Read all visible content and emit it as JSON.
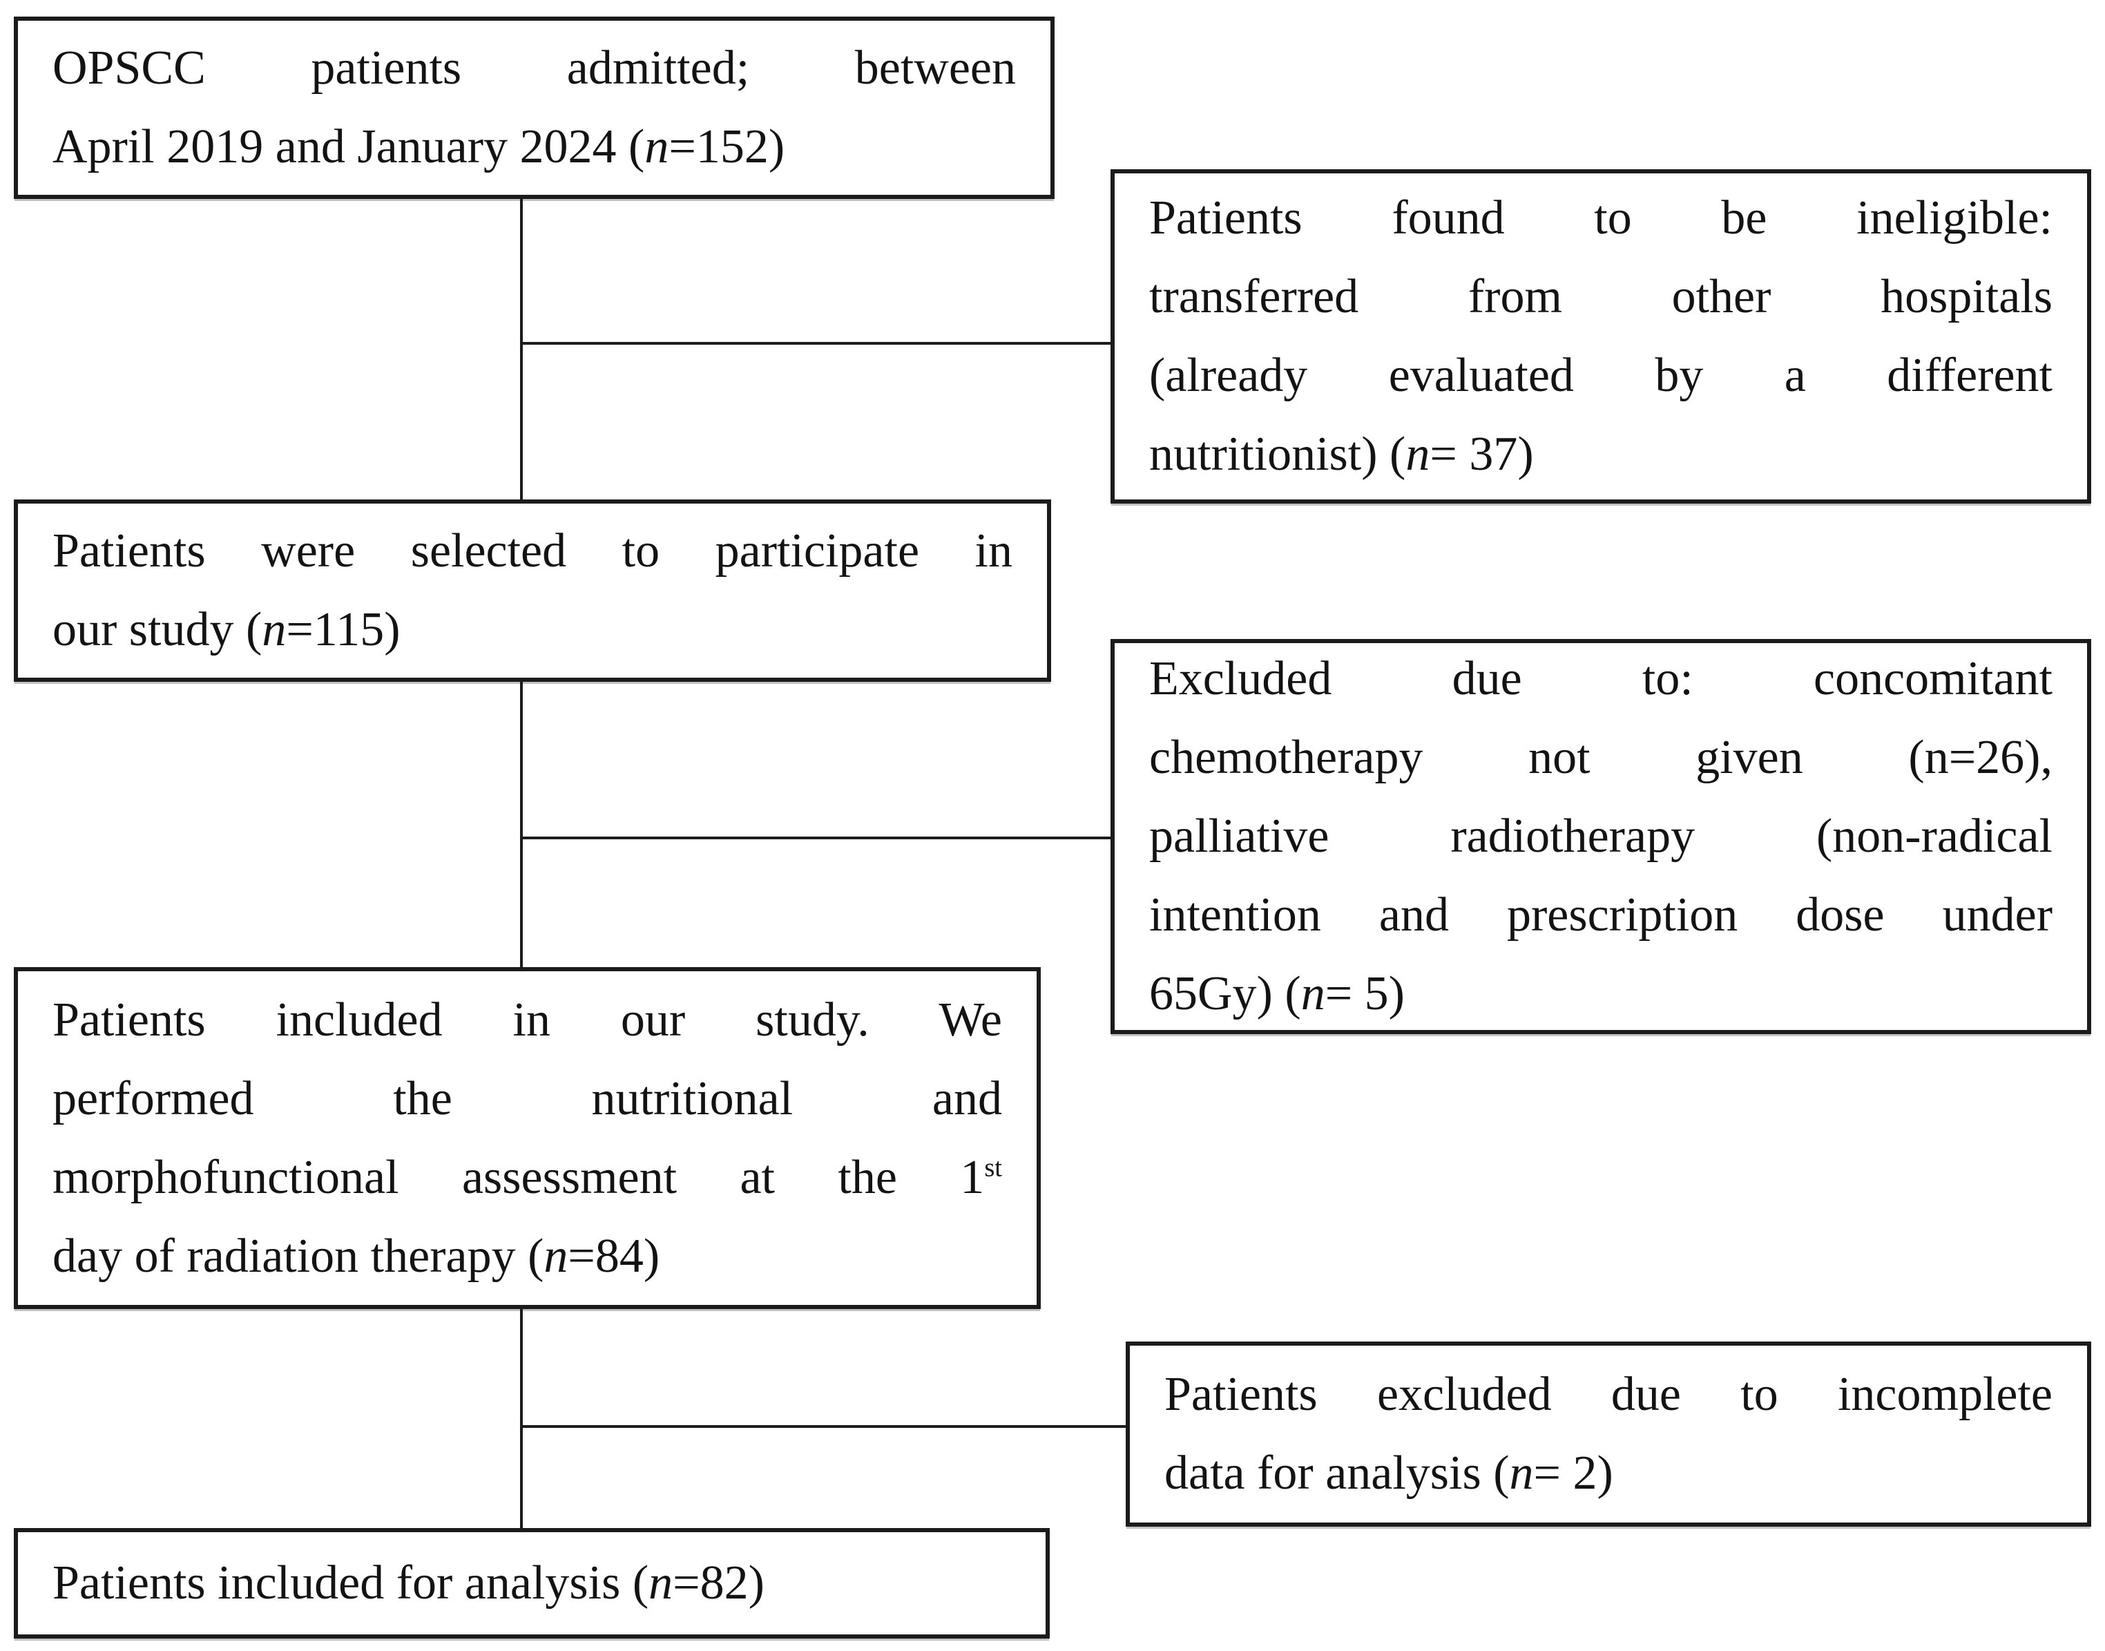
{
  "figure": {
    "type": "patient-flow-diagram",
    "colors": {
      "line": "#1c1c1c",
      "text": "#131313",
      "background": "#ffffff"
    },
    "boxes": [
      {
        "id": "admitted",
        "text": "OPSCC patients admitted; between April 2019 and January 2024 (n=152)",
        "n": 152,
        "lines": [
          {
            "fill": true,
            "seg": [
              {
                "t": "OPSCC patients admitted; between"
              }
            ]
          },
          {
            "fill": false,
            "seg": [
              {
                "t": "April 2019 and January 2024 ("
              },
              {
                "t": "n",
                "style": "italic"
              },
              {
                "t": "=152)"
              }
            ]
          }
        ]
      },
      {
        "id": "ineligible",
        "text": "Patients found to be ineligible: transferred from other hospitals (already evaluated by a different nutritionist) (n= 37)",
        "n": 37,
        "lines": [
          {
            "fill": true,
            "seg": [
              {
                "t": "Patients found to be ineligible:"
              }
            ]
          },
          {
            "fill": true,
            "seg": [
              {
                "t": "transferred from other hospitals"
              }
            ]
          },
          {
            "fill": true,
            "seg": [
              {
                "t": "(already evaluated by a different"
              }
            ]
          },
          {
            "fill": false,
            "seg": [
              {
                "t": "nutritionist) ("
              },
              {
                "t": "n",
                "style": "italic"
              },
              {
                "t": "= 37)"
              }
            ]
          }
        ]
      },
      {
        "id": "selected",
        "text": "Patients were selected to participate in our study (n=115)",
        "n": 115,
        "lines": [
          {
            "fill": true,
            "seg": [
              {
                "t": "Patients were selected to participate in"
              }
            ]
          },
          {
            "fill": false,
            "seg": [
              {
                "t": "our study ("
              },
              {
                "t": "n",
                "style": "italic"
              },
              {
                "t": "=115)"
              }
            ]
          }
        ]
      },
      {
        "id": "excluded-1",
        "text": "Excluded due to: concomitant chemotherapy not given (n=26), palliative radiotherapy (non-radical intention and prescription dose under 65Gy) (n= 5)",
        "n_chemotherapy": 26,
        "n_palliative": 5,
        "lines": [
          {
            "fill": true,
            "seg": [
              {
                "t": "Excluded due to: concomitant"
              }
            ]
          },
          {
            "fill": true,
            "seg": [
              {
                "t": "chemotherapy not given (n=26),"
              }
            ]
          },
          {
            "fill": true,
            "seg": [
              {
                "t": "palliative radiotherapy (non-radical"
              }
            ]
          },
          {
            "fill": true,
            "seg": [
              {
                "t": "intention and prescription dose under"
              }
            ]
          },
          {
            "fill": false,
            "seg": [
              {
                "t": "65Gy) ("
              },
              {
                "t": "n",
                "style": "italic"
              },
              {
                "t": "= 5)"
              }
            ]
          }
        ]
      },
      {
        "id": "included",
        "text": "Patients included in our study. We performed the nutritional and morphofunctional assessment at the 1st day of radiation therapy (n=84)",
        "n": 84,
        "lines": [
          {
            "fill": true,
            "seg": [
              {
                "t": "Patients included in our study. We"
              }
            ]
          },
          {
            "fill": true,
            "seg": [
              {
                "t": "performed the nutritional and"
              }
            ]
          },
          {
            "fill": true,
            "seg": [
              {
                "t": "morphofunctional assessment at the 1"
              },
              {
                "t": "st",
                "style": "sup"
              }
            ]
          },
          {
            "fill": false,
            "seg": [
              {
                "t": "day of radiation therapy ("
              },
              {
                "t": "n",
                "style": "italic"
              },
              {
                "t": "=84)"
              }
            ]
          }
        ]
      },
      {
        "id": "excluded-2",
        "text": "Patients excluded due to incomplete data for analysis (n= 2)",
        "n": 2,
        "lines": [
          {
            "fill": true,
            "seg": [
              {
                "t": "Patients excluded due to incomplete"
              }
            ]
          },
          {
            "fill": false,
            "seg": [
              {
                "t": "data for analysis ("
              },
              {
                "t": "n",
                "style": "italic"
              },
              {
                "t": "= 2)"
              }
            ]
          }
        ]
      },
      {
        "id": "analysis",
        "text": "Patients included for analysis (n=82)",
        "n": 82,
        "lines": [
          {
            "fill": false,
            "seg": [
              {
                "t": "Patients included for analysis ("
              },
              {
                "t": "n",
                "style": "italic"
              },
              {
                "t": "=82)"
              }
            ]
          }
        ]
      }
    ]
  }
}
